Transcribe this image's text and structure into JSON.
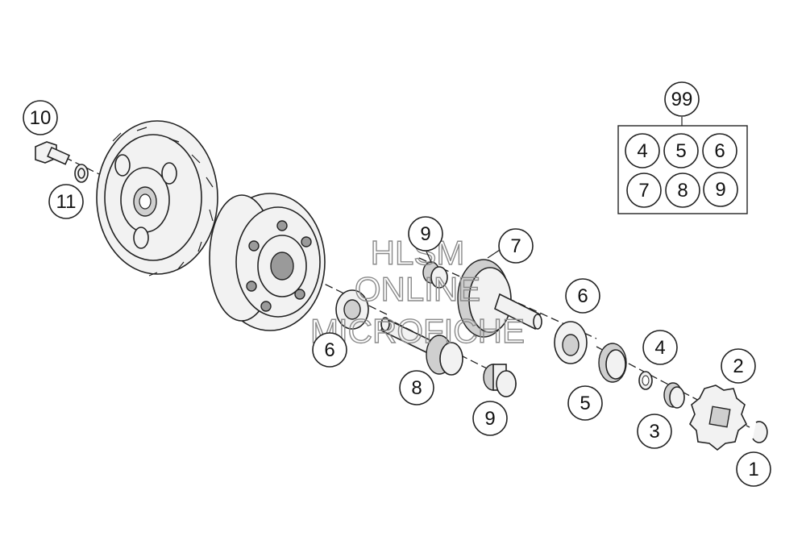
{
  "callouts": {
    "c10": "10",
    "c11": "11",
    "c9_top": "9",
    "c7": "7",
    "c6_right": "6",
    "c6_left": "6",
    "c8": "8",
    "c9_bottom": "9",
    "c5": "5",
    "c4": "4",
    "c3": "3",
    "c2": "2",
    "c1": "1"
  },
  "kit": {
    "number": "99",
    "items": [
      "4",
      "5",
      "6",
      "7",
      "8",
      "9"
    ]
  },
  "watermark": {
    "line1": "HLSM",
    "line2": "ONLINE",
    "line3": "MICROFICHE"
  }
}
